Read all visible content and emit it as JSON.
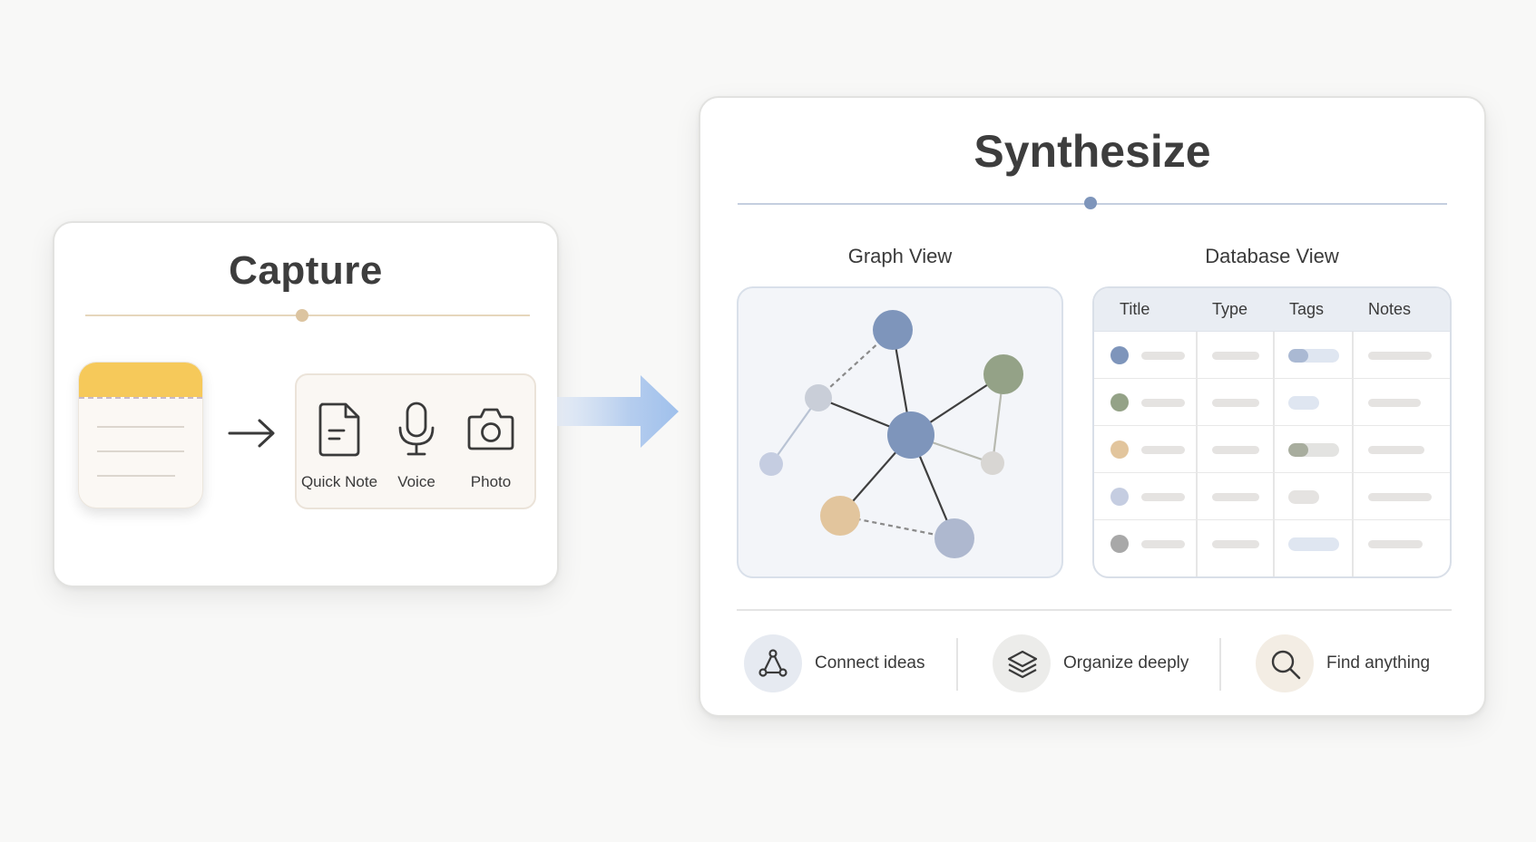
{
  "capture": {
    "title": "Capture",
    "methods": [
      {
        "label": "Quick Note",
        "icon": "document-icon"
      },
      {
        "label": "Voice",
        "icon": "microphone-icon"
      },
      {
        "label": "Photo",
        "icon": "camera-icon"
      }
    ],
    "colors": {
      "notepad_top": "#f6c95a",
      "accent": "#dcc4a0"
    }
  },
  "synthesize": {
    "title": "Synthesize",
    "graph_view": {
      "label": "Graph View",
      "node_colors": [
        "#7e95bb",
        "#94a287",
        "#e2c59d",
        "#aeb8cf",
        "#c9ced8",
        "#d8d6d3"
      ]
    },
    "database_view": {
      "label": "Database View",
      "columns": [
        "Title",
        "Type",
        "Tags",
        "Notes"
      ],
      "row_dot_colors": [
        "#7e95bb",
        "#94a287",
        "#e2c59d",
        "#c5cde1",
        "#a8a8a8"
      ]
    },
    "features": [
      {
        "label": "Connect ideas",
        "icon": "network-icon"
      },
      {
        "label": "Organize deeply",
        "icon": "layers-icon"
      },
      {
        "label": "Find anything",
        "icon": "search-icon"
      }
    ],
    "colors": {
      "accent": "#7e95bb",
      "flow_arrow": "#9fc0ec"
    }
  }
}
